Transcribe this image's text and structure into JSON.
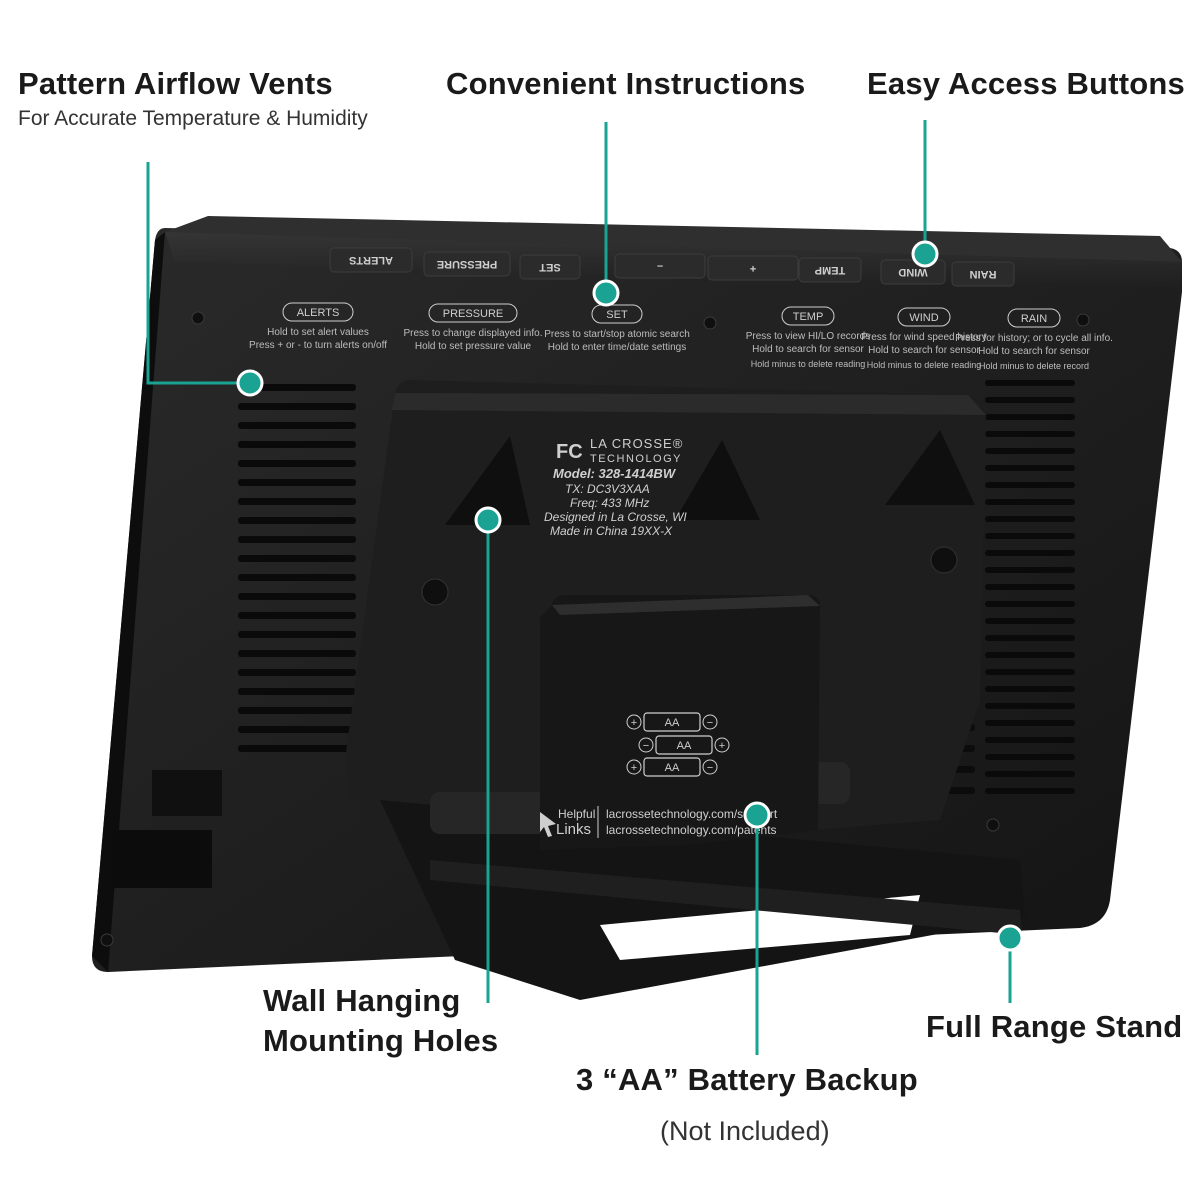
{
  "callouts": {
    "vents": {
      "title": "Pattern Airflow Vents",
      "subtitle": "For Accurate Temperature & Humidity"
    },
    "instructions": {
      "title": "Convenient Instructions"
    },
    "buttons": {
      "title": "Easy Access Buttons"
    },
    "mounting": {
      "line1": "Wall Hanging",
      "line2": "Mounting Holes"
    },
    "battery": {
      "title": "3 “AA” Battery Backup",
      "note": "(Not Included)"
    },
    "stand": {
      "title": "Full Range Stand"
    }
  },
  "device": {
    "buttons": [
      "ALERTS",
      "PRESSURE",
      "SET",
      "–",
      "+",
      "TEMP",
      "WIND",
      "RAIN"
    ],
    "instructions": [
      {
        "label": "ALERTS",
        "line1": "Hold to set alert values",
        "line2": "Press + or - to turn alerts on/off",
        "line3": ""
      },
      {
        "label": "PRESSURE",
        "line1": "Press to change displayed info.",
        "line2": "Hold to set pressure value",
        "line3": ""
      },
      {
        "label": "SET",
        "line1": "Press to start/stop atomic search",
        "line2": "Hold to enter time/date settings",
        "line3": ""
      },
      {
        "label": "TEMP",
        "line1": "Press to view HI/LO records",
        "line2": "Hold to search for sensor",
        "line3": "Hold minus to delete reading"
      },
      {
        "label": "WIND",
        "line1": "Press for wind speed history",
        "line2": "Hold to search for sensor",
        "line3": "Hold minus to delete reading"
      },
      {
        "label": "RAIN",
        "line1": "Press for history; or to cycle all info.",
        "line2": "Hold to search for sensor",
        "line3": "Hold minus to delete record"
      }
    ],
    "label_plate": {
      "fcc": "FC",
      "brand1": "LA CROSSE®",
      "brand2": "TECHNOLOGY",
      "model": "Model: 328-1414BW",
      "tx": "TX: DC3V3XAA",
      "freq": "Freq: 433 MHz",
      "designed": "Designed in La Crosse, WI",
      "made": "Made in China 19XX-X"
    },
    "battery_cover": {
      "cells": [
        "AA",
        "AA",
        "AA"
      ],
      "helpful": "Helpful",
      "links": "Links",
      "url1": "lacrossetechnology.com/support",
      "url2": "lacrossetechnology.com/patents"
    }
  },
  "colors": {
    "accent": "#1aa393",
    "body": "#1c1c1c",
    "text": "#1a1a1a"
  }
}
